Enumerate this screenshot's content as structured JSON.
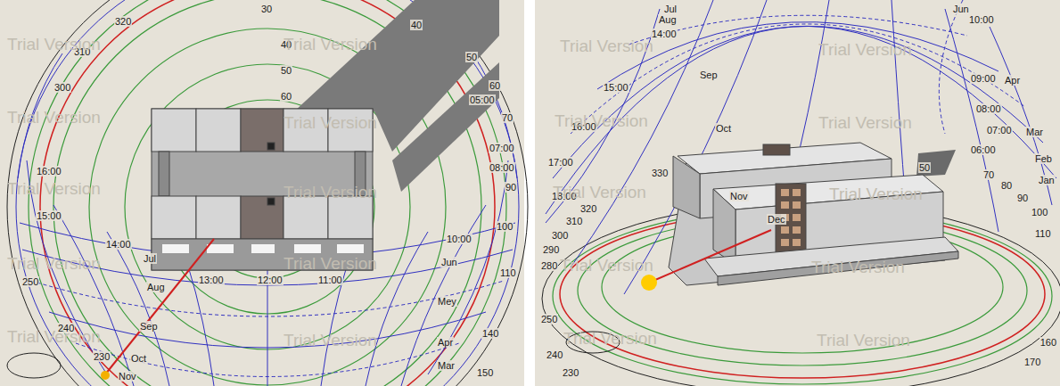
{
  "diagram": {
    "labels": [
      "320",
      "30",
      "40",
      "310",
      "300",
      "40",
      "50",
      "60",
      "50",
      "60",
      "05:00",
      "70",
      "07:00",
      "08:00",
      "90",
      "100",
      "16:00",
      "15:00",
      "14:00",
      "13:00",
      "12:00",
      "11:00",
      "10:00",
      "Jul",
      "Jun",
      "110",
      "Aug",
      "250",
      "Mey",
      "Sep",
      "240",
      "140",
      "Apr",
      "230",
      "Oct",
      "Mar",
      "150",
      "Nov",
      "Jul",
      "Aug",
      "14:00",
      "Jun",
      "10:00",
      "Sep",
      "09:00",
      "Apr",
      "15:00",
      "08:00",
      "16:00",
      "Oct",
      "07:00",
      "Mar",
      "17:00",
      "06:00",
      "Feb",
      "330",
      "50",
      "70",
      "80",
      "Jan",
      "90",
      "100",
      "110",
      "18:00",
      "Nov",
      "320",
      "310",
      "300",
      "290",
      "280",
      "Dec",
      "250",
      "240",
      "230",
      "170",
      "160",
      "Trial Version",
      "Trial Version",
      "Trial Version",
      "Trial Version",
      "Trial Version",
      "Trial Version",
      "Trial Version",
      "Trial Version",
      "Trial Version",
      "Trial Version",
      "Trial Version",
      "Trial Version",
      "Trial Version",
      "Trial Version",
      "Trial Version",
      "Trial Version",
      "Trial Version",
      "Trial Version",
      "Trial Version",
      "Trial Version"
    ]
  }
}
